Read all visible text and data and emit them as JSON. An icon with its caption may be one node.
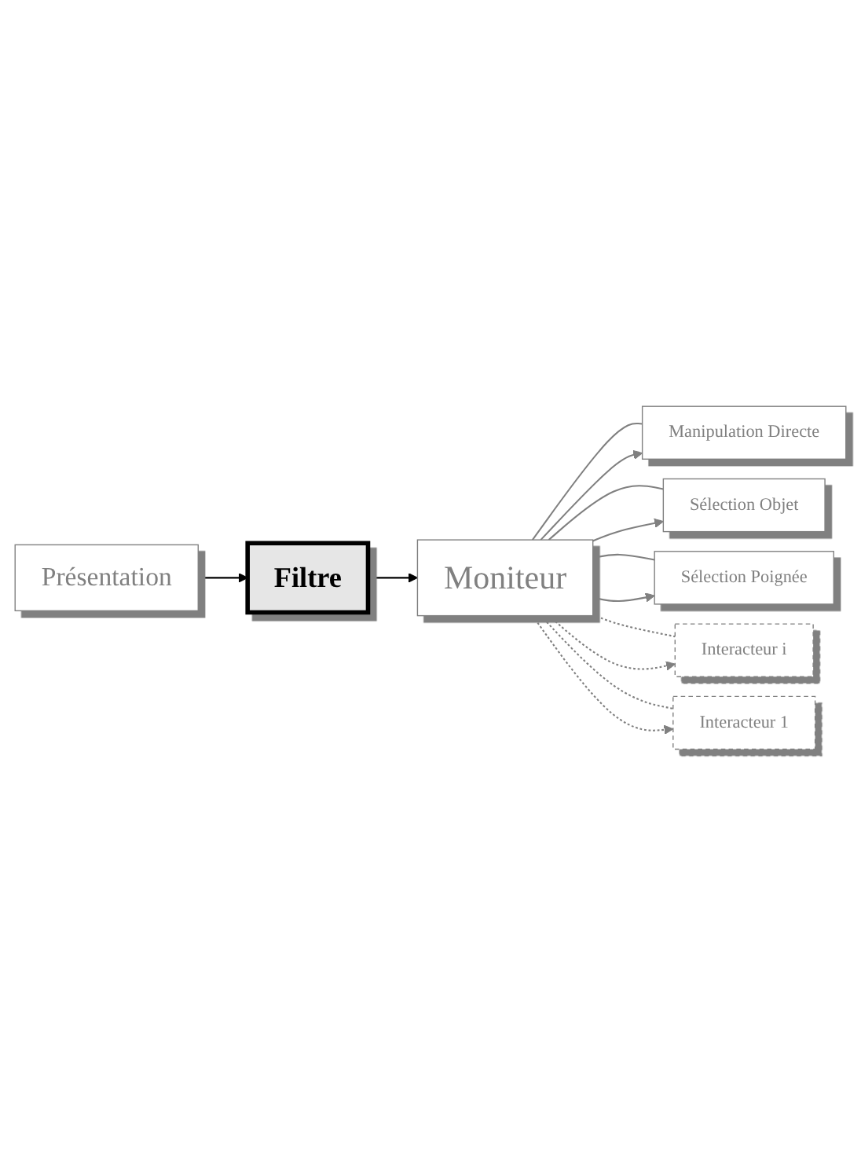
{
  "diagram": {
    "nodes": [
      {
        "text": [
          "Moniteur"
        ]
      },
      {
        "text": [
          "Manipulation Directe"
        ]
      },
      {
        "text": [
          "Sélection Objet"
        ]
      },
      {
        "text": [
          "Sélection Poignée"
        ]
      },
      {
        "text": [
          "Interacteur i"
        ]
      },
      {
        "text": [
          "Interacteur 1"
        ]
      },
      {
        "text": [
          "Filtre"
        ]
      },
      {
        "text": [
          "Présentation"
        ]
      }
    ],
    "edges": [
      {
        "from": 0,
        "to": 1,
        "arrow": "none"
      },
      {
        "from": 0,
        "to": 1,
        "arrow": "to"
      },
      {
        "from": 0,
        "to": 2,
        "arrow": "none"
      },
      {
        "from": 0,
        "to": 2,
        "arrow": "to"
      },
      {
        "from": 0,
        "to": 3,
        "arrow": "none"
      },
      {
        "from": 0,
        "to": 3,
        "arrow": "to"
      },
      {
        "from": 0,
        "to": 4,
        "arrow": "none",
        "style": "dashed"
      },
      {
        "from": 0,
        "to": 4,
        "arrow": "to",
        "style": "dashed"
      },
      {
        "from": 0,
        "to": 5,
        "arrow": "none",
        "style": "dashed"
      },
      {
        "from": 0,
        "to": 5,
        "arrow": "to",
        "style": "dashed"
      },
      {
        "from": 6,
        "to": 0,
        "arrow": "to",
        "color": "#000000"
      },
      {
        "from": 7,
        "to": 6,
        "arrow": "to",
        "color": "#000000"
      }
    ]
  }
}
